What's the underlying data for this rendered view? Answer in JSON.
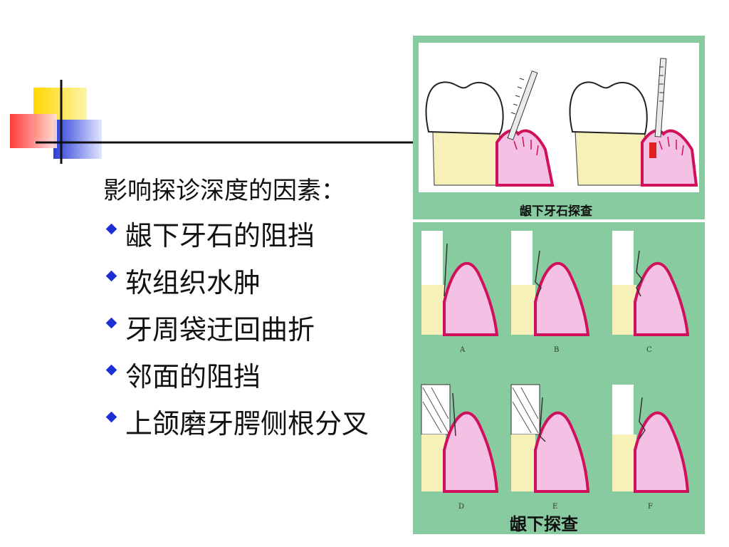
{
  "slide": {
    "title": "影响探诊深度的因素：",
    "bullets": [
      "龈下牙石的阻挡",
      "软组织水肿",
      "牙周袋迂回曲折",
      "邻面的阻挡",
      "上颌磨牙腭侧根分叉"
    ]
  },
  "figure_top": {
    "caption": "龈下牙石探查"
  },
  "figure_bottom": {
    "caption": "龈下探查",
    "letters": [
      "A",
      "B",
      "C",
      "D",
      "E",
      "F"
    ]
  },
  "colors": {
    "bullet": "#1c2fd6",
    "panel_bg": "#88cba0",
    "gum_line": "#d0105a",
    "gum_fill": "#f4c0e4",
    "tooth": "#f7f0b8"
  }
}
